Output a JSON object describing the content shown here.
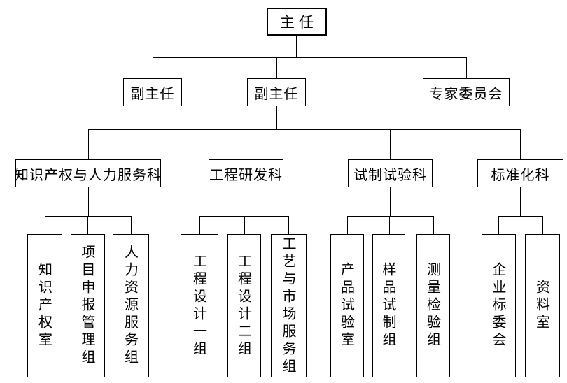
{
  "org": {
    "title": "organization-chart",
    "director": {
      "label": "主任"
    },
    "deputies": [
      {
        "label": "副主任"
      },
      {
        "label": "副主任"
      }
    ],
    "expert_committee": {
      "label": "专家委员会"
    },
    "sections": [
      {
        "label": "知识产权与人力服务科",
        "children": [
          "知识产权室",
          "项目申报管理组",
          "人力资源服务组"
        ]
      },
      {
        "label": "工程研发科",
        "children": [
          "工程设计一组",
          "工程设计二组",
          "工艺与市场服务组"
        ]
      },
      {
        "label": "试制试验科",
        "children": [
          "产品试验室",
          "样品试制组",
          "测量检验组"
        ]
      },
      {
        "label": "标准化科",
        "children": [
          "企业标委会",
          "资料室"
        ]
      }
    ],
    "colors": {
      "background": "#ffffff",
      "line": "#000000",
      "text": "#000000"
    }
  }
}
